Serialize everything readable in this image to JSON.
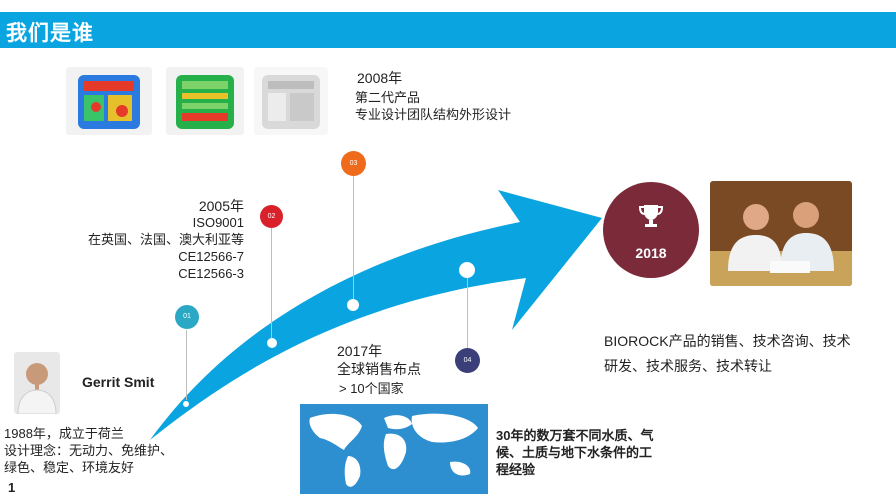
{
  "header": {
    "title": "我们是谁"
  },
  "page_number": "1",
  "colors": {
    "header": "#0aa4e0",
    "arrow": "#0aa4e0",
    "step1": "#2aa8c4",
    "step2": "#d9202b",
    "step3": "#ef6a1a",
    "step4": "#3a3f7a",
    "trophy": "#7b2a3a"
  },
  "milestones": {
    "m1988": {
      "badge": "01",
      "name": "Gerrit Smit",
      "line1": "1988年，成立于荷兰",
      "line2": "设计理念：无动力、免维护、",
      "line3": "绿色、稳定、环境友好"
    },
    "m2005": {
      "badge": "02",
      "year": "2005年",
      "line1": "ISO9001",
      "line2": "在英国、法国、澳大利亚等",
      "line3": "CE12566-7",
      "line4": "CE12566-3"
    },
    "m2008": {
      "badge": "03",
      "year": "2008年",
      "line1": "第二代产品",
      "line2": "专业设计团队结构外形设计"
    },
    "m2017": {
      "badge": "04",
      "year": "2017年",
      "line1": "全球销售布点",
      "line2": "> 10个国家",
      "note": "30年的数万套不同水质、气候、土质与地下水条件的工程经验"
    },
    "m2018": {
      "year": "2018",
      "text_line1": "BIOROCK产品的销售、技术咨询、技术",
      "text_line2": "研发、技术服务、技术转让"
    }
  }
}
